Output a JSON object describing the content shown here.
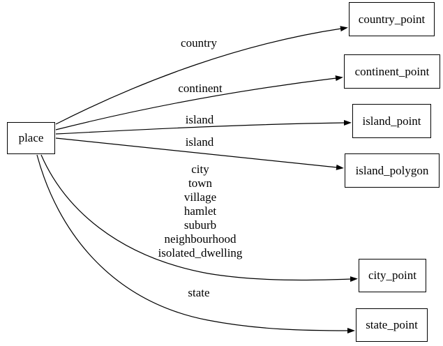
{
  "diagram": {
    "kind": "directed-graph",
    "background_color": "#ffffff",
    "edge_color": "#000000",
    "node_border_color": "#000000",
    "node_fill_color": "#ffffff",
    "text_color": "#000000"
  },
  "nodes": {
    "place": {
      "label": "place"
    },
    "country_point": {
      "label": "country_point"
    },
    "continent_point": {
      "label": "continent_point"
    },
    "island_point": {
      "label": "island_point"
    },
    "island_polygon": {
      "label": "island_polygon"
    },
    "city_point": {
      "label": "city_point"
    },
    "state_point": {
      "label": "state_point"
    }
  },
  "edges": [
    {
      "from": "place",
      "to": "country_point",
      "label": "country"
    },
    {
      "from": "place",
      "to": "continent_point",
      "label": "continent"
    },
    {
      "from": "place",
      "to": "island_point",
      "label": "island"
    },
    {
      "from": "place",
      "to": "island_polygon",
      "label": "island"
    },
    {
      "from": "place",
      "to": "city_point",
      "label": "city\ntown\nvillage\nhamlet\nsuburb\nneighbourhood\nisolated_dwelling"
    },
    {
      "from": "place",
      "to": "state_point",
      "label": "state"
    }
  ]
}
